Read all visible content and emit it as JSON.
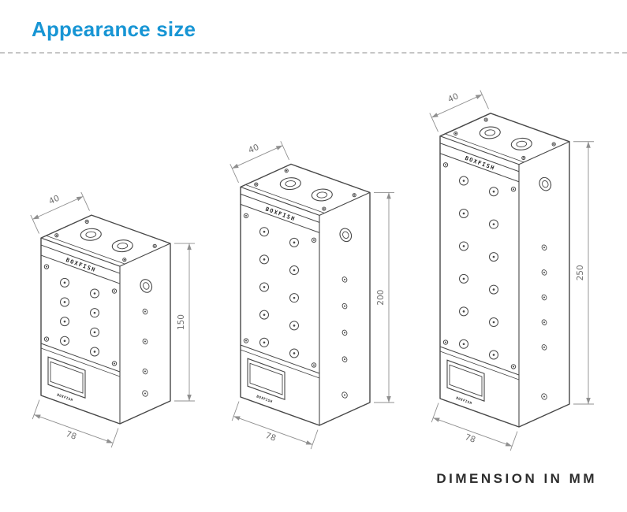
{
  "header": {
    "title": "Appearance size",
    "accent_color": "#1795d4"
  },
  "footer": {
    "note": "DIMENSION IN MM"
  },
  "brand": "BOXFISH",
  "units": "mm",
  "blocks": [
    {
      "id": "reservoir-150",
      "width_mm": "40",
      "depth_mm": "78",
      "height_mm": "150"
    },
    {
      "id": "reservoir-200",
      "width_mm": "40",
      "depth_mm": "78",
      "height_mm": "200"
    },
    {
      "id": "reservoir-250",
      "width_mm": "40",
      "depth_mm": "78",
      "height_mm": "250"
    }
  ],
  "drawing": {
    "line_color": "#474747",
    "dim_line_color": "#8f8f8f",
    "dim_text_color": "#6e6e6e",
    "brand_text_color": "#1f1f1f"
  }
}
